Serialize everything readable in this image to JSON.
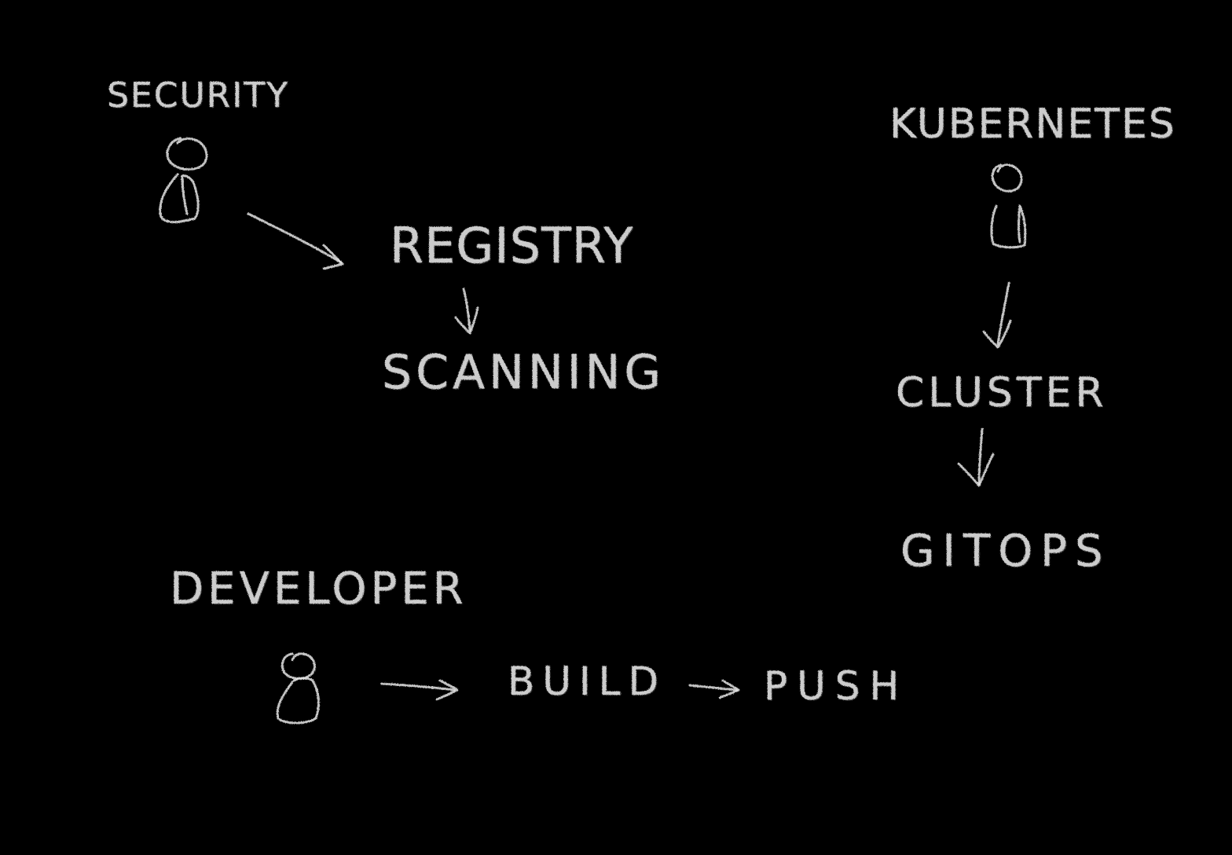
{
  "labels": {
    "security": "SECURITY",
    "registry": "REGISTRY",
    "scanning": "SCANNING",
    "kubernetes": "KUBERNETES",
    "cluster": "CLUSTER",
    "gitops": "GITOPS",
    "developer": "DEVELOPER",
    "build": "BUILD",
    "push": "PUSH"
  },
  "actors": [
    {
      "role": "security",
      "icon": "person-icon"
    },
    {
      "role": "kubernetes",
      "icon": "person-icon"
    },
    {
      "role": "developer",
      "icon": "person-icon"
    }
  ],
  "flows": [
    {
      "from": "security",
      "to": "registry"
    },
    {
      "from": "registry",
      "to": "scanning"
    },
    {
      "from": "kubernetes",
      "to": "cluster"
    },
    {
      "from": "cluster",
      "to": "gitops"
    },
    {
      "from": "developer",
      "to": "build"
    },
    {
      "from": "build",
      "to": "push"
    }
  ],
  "colors": {
    "background": "#000000",
    "chalk": "#e6e6e6"
  }
}
